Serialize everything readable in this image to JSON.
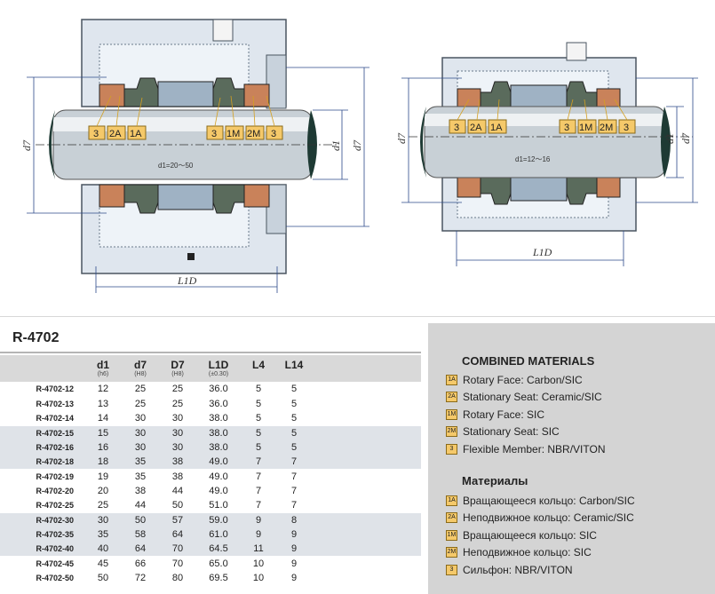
{
  "drawings": {
    "left": {
      "badges_left": [
        "3",
        "2A",
        "1A"
      ],
      "badges_right": [
        "3",
        "1M",
        "2M",
        "3"
      ],
      "shaft_range": "d1=20～50",
      "dim_d7_left": "d7",
      "dim_d1": "d1",
      "dim_d7_right": "d7",
      "dim_l1d": "L1D"
    },
    "right": {
      "badges_left": [
        "3",
        "2A",
        "1A"
      ],
      "badges_right": [
        "3",
        "1M",
        "2M",
        "3"
      ],
      "shaft_range": "d1=12～16",
      "dim_d7_left": "d7",
      "dim_d1": "d1",
      "dim_d7_right": "d7",
      "dim_l1d": "L1D"
    }
  },
  "spec_table": {
    "title": "R-4702",
    "columns": [
      {
        "main": "d1",
        "sub": "(h6)"
      },
      {
        "main": "d7",
        "sub": "(H8)"
      },
      {
        "main": "D7",
        "sub": "(H8)"
      },
      {
        "main": "L1D",
        "sub": "(±0.30)"
      },
      {
        "main": "L4",
        "sub": ""
      },
      {
        "main": "L14",
        "sub": ""
      }
    ],
    "rows": [
      [
        "R-4702-12",
        "12",
        "25",
        "25",
        "36.0",
        "5",
        "5"
      ],
      [
        "R-4702-13",
        "13",
        "25",
        "25",
        "36.0",
        "5",
        "5"
      ],
      [
        "R-4702-14",
        "14",
        "30",
        "30",
        "38.0",
        "5",
        "5"
      ],
      [
        "R-4702-15",
        "15",
        "30",
        "30",
        "38.0",
        "5",
        "5"
      ],
      [
        "R-4702-16",
        "16",
        "30",
        "30",
        "38.0",
        "5",
        "5"
      ],
      [
        "R-4702-18",
        "18",
        "35",
        "38",
        "49.0",
        "7",
        "7"
      ],
      [
        "R-4702-19",
        "19",
        "35",
        "38",
        "49.0",
        "7",
        "7"
      ],
      [
        "R-4702-20",
        "20",
        "38",
        "44",
        "49.0",
        "7",
        "7"
      ],
      [
        "R-4702-25",
        "25",
        "44",
        "50",
        "51.0",
        "7",
        "7"
      ],
      [
        "R-4702-30",
        "30",
        "50",
        "57",
        "59.0",
        "9",
        "8"
      ],
      [
        "R-4702-35",
        "35",
        "58",
        "64",
        "61.0",
        "9",
        "9"
      ],
      [
        "R-4702-40",
        "40",
        "64",
        "70",
        "64.5",
        "11",
        "9"
      ],
      [
        "R-4702-45",
        "45",
        "66",
        "70",
        "65.0",
        "10",
        "9"
      ],
      [
        "R-4702-50",
        "50",
        "72",
        "80",
        "69.5",
        "10",
        "9"
      ]
    ]
  },
  "materials": {
    "heading_en": "COMBINED MATERIALS",
    "items_en": [
      {
        "code": "1A",
        "text": "Rotary Face: Carbon/SIC"
      },
      {
        "code": "2A",
        "text": "Stationary Seat: Ceramic/SIC"
      },
      {
        "code": "1M",
        "text": "Rotary Face: SIC"
      },
      {
        "code": "2M",
        "text": "Stationary Seat: SIC"
      },
      {
        "code": "3",
        "text": "Flexible Member: NBR/VITON"
      }
    ],
    "heading_ru": "Материалы",
    "items_ru": [
      {
        "code": "1A",
        "text": "Вращающееся кольцо: Carbon/SIC"
      },
      {
        "code": "2A",
        "text": "Неподвижное кольцо: Ceramic/SIC"
      },
      {
        "code": "1M",
        "text": "Вращающееся кольцо: SIC"
      },
      {
        "code": "2M",
        "text": "Неподвижное кольцо: SIC"
      },
      {
        "code": "3",
        "text": "Сильфон: NBR/VITON"
      }
    ]
  },
  "colors": {
    "housing": "#dfe6ee",
    "housing_stroke": "#4a5560",
    "chamber": "#eef3f8",
    "carbon_face": "#c9825a",
    "bellows": "#5a6b5c",
    "dim_line": "#2c4a8a",
    "shaft_dark": "#1e3a34",
    "badge": "#f5c96a",
    "table_band": "#dfe3e8",
    "panel": "#d4d4d4"
  }
}
